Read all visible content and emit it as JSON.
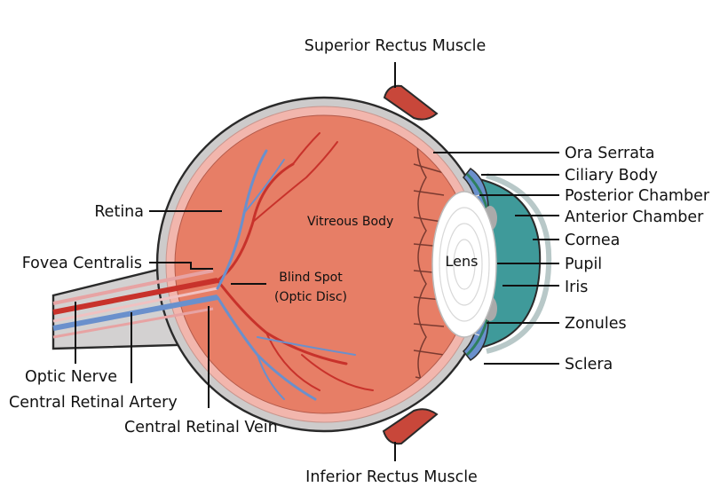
{
  "diagram": {
    "labels": {
      "superior_rectus": "Superior Rectus Muscle",
      "inferior_rectus": "Inferior Rectus Muscle",
      "ora_serrata": "Ora Serrata",
      "ciliary_body": "Ciliary Body",
      "posterior_chamber": "Posterior Chamber",
      "anterior_chamber": "Anterior Chamber",
      "cornea": "Cornea",
      "pupil": "Pupil",
      "iris": "Iris",
      "zonules": "Zonules",
      "sclera": "Sclera",
      "retina": "Retina",
      "fovea_centralis": "Fovea Centralis",
      "optic_nerve": "Optic Nerve",
      "central_retinal_artery": "Central Retinal Artery",
      "central_retinal_vein": "Central Retinal Vein",
      "vitreous_body": "Vitreous Body",
      "blind_spot_1": "Blind Spot",
      "blind_spot_2": "(Optic Disc)",
      "lens": "Lens"
    },
    "colors": {
      "sclera": "#cdcbcb",
      "sclera_outline": "#2a2a2a",
      "choroid": "#f2b6ad",
      "vitreous": "#e77e66",
      "vessel_red": "#c8322b",
      "vessel_blue": "#6a90cc",
      "ciliary_blue": "#8db4de",
      "cornea_teal": "#3f9a9a",
      "lens_white": "#ffffff",
      "muscle": "#c8473a"
    }
  }
}
